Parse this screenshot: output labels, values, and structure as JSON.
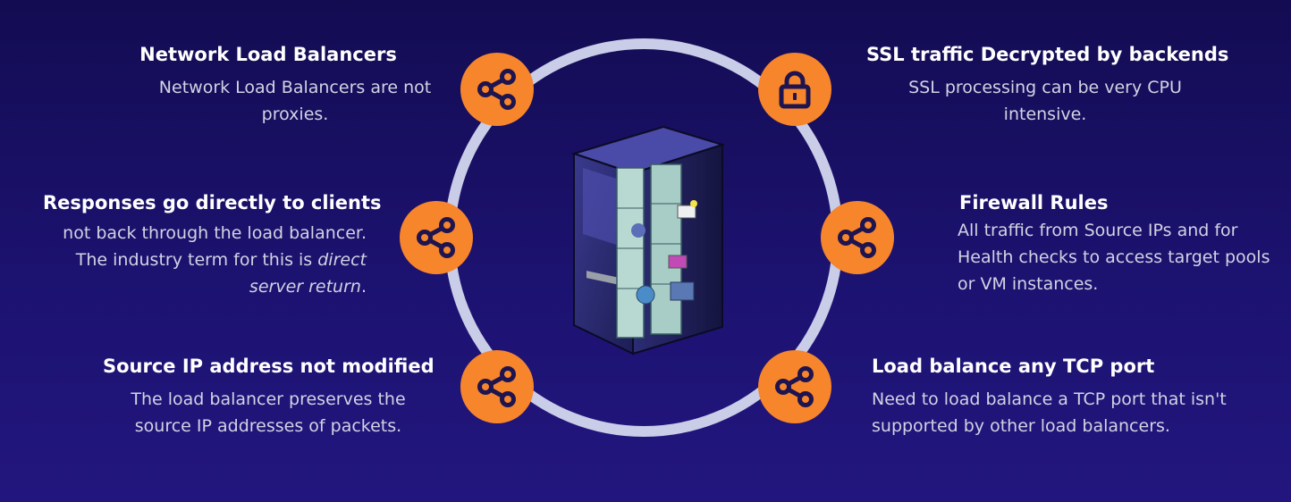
{
  "colors": {
    "accent": "#f7852b",
    "ring": "#c9cde8",
    "background": "#1c1270"
  },
  "items": [
    {
      "title": "Network Load Balancers",
      "desc": "Network Load Balancers are not proxies.",
      "icon": "share-icon"
    },
    {
      "title": "Responses go directly to clients",
      "desc_pre": "not back through the load balancer. The industry term for this is ",
      "desc_em": "direct server return",
      "desc_post": ".",
      "icon": "share-icon"
    },
    {
      "title": "Source IP address not modified",
      "desc": "The load balancer preserves the source IP addresses of packets.",
      "icon": "share-icon"
    },
    {
      "title": "SSL traffic Decrypted by backends",
      "desc": "SSL processing can be very CPU intensive.",
      "icon": "lock-icon"
    },
    {
      "title": "Firewall Rules",
      "desc": "All traffic from Source IPs and for Health checks to access target pools or VM instances.",
      "icon": "share-icon"
    },
    {
      "title": "Load balance any TCP port",
      "desc": "Need to load balance a TCP port that isn't supported by other load balancers.",
      "icon": "share-icon"
    }
  ],
  "center_image": "server-illustration"
}
